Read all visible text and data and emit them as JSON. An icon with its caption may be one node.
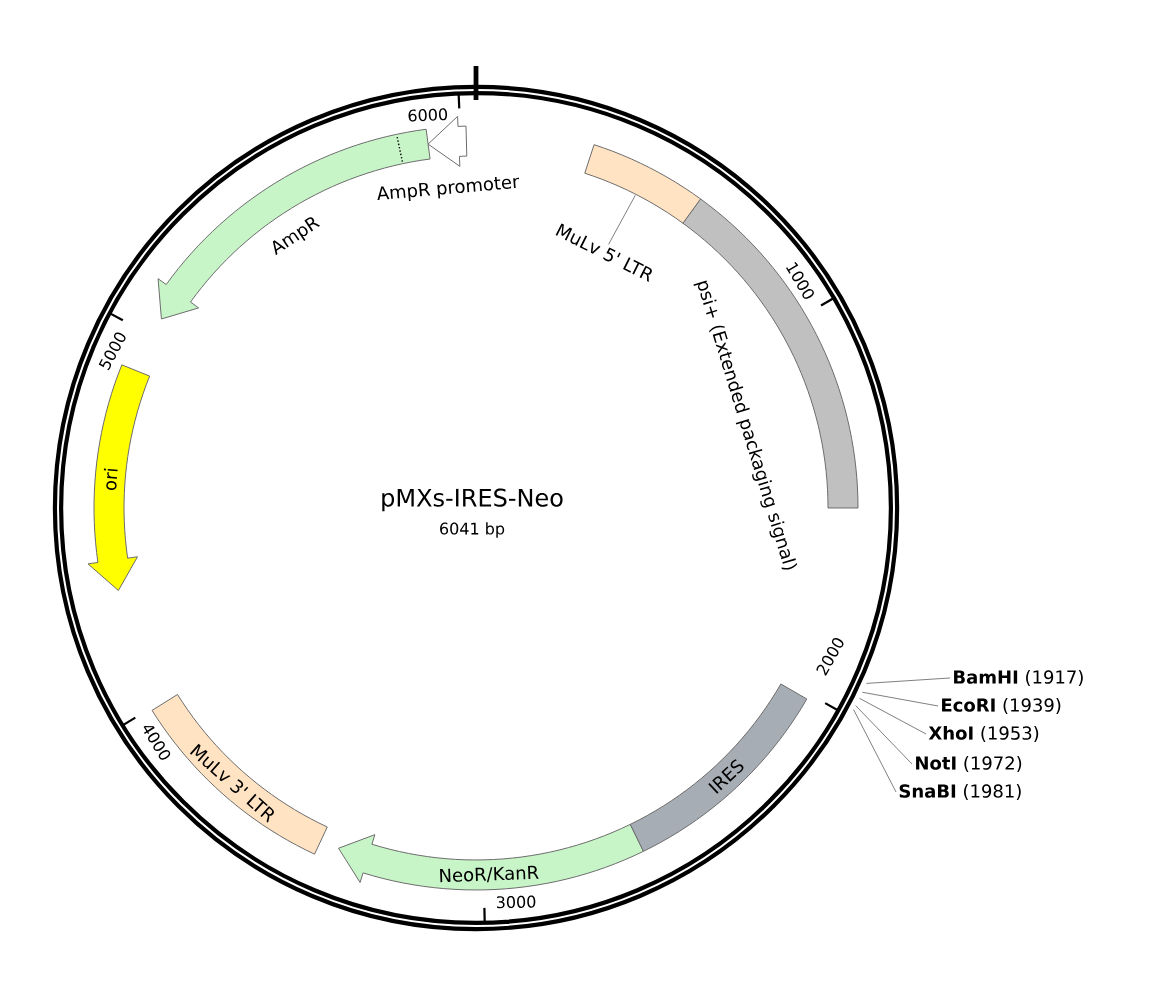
{
  "diagram": {
    "title": "pMXs-IRES-Neo",
    "nodes": [
      {
        "text": [
          "AmpR promoter"
        ]
      },
      {
        "text": [
          "AmpR"
        ]
      },
      {
        "text": [
          "ori"
        ]
      },
      {
        "text": [
          "MuLv 3' LTR"
        ]
      },
      {
        "text": [
          "NeoR/KanR"
        ]
      },
      {
        "text": [
          "IRES"
        ]
      },
      {
        "text": [
          "psi+ (Extended packaging signal)"
        ]
      },
      {
        "text": [],
        "shape": "bar"
      },
      {
        "text": [
          "MuLv 5' LTR"
        ]
      },
      {
        "text": [
          "**BamHI** (1917)"
        ]
      },
      {
        "text": [
          "**EcoRI** (1939)"
        ]
      },
      {
        "text": [
          "**XhoI** (1953)"
        ]
      },
      {
        "text": [
          "**NotI** (1972)"
        ]
      },
      {
        "text": [
          "**SnaBI** (1981)"
        ]
      }
    ],
    "edges": [
      {
        "from": 8,
        "to": 7,
        "arrow": "none"
      },
      {
        "from": 9,
        "to": null,
        "arrow": "none"
      },
      {
        "from": 10,
        "to": null,
        "arrow": "none"
      },
      {
        "from": 11,
        "to": null,
        "arrow": "none"
      },
      {
        "from": 12,
        "to": null,
        "arrow": "none"
      },
      {
        "from": 13,
        "to": null,
        "arrow": "none"
      }
    ],
    "labels": [
      "6000",
      "1000",
      "2000",
      "3000",
      "4000",
      "5000",
      "6041 bp"
    ]
  }
}
